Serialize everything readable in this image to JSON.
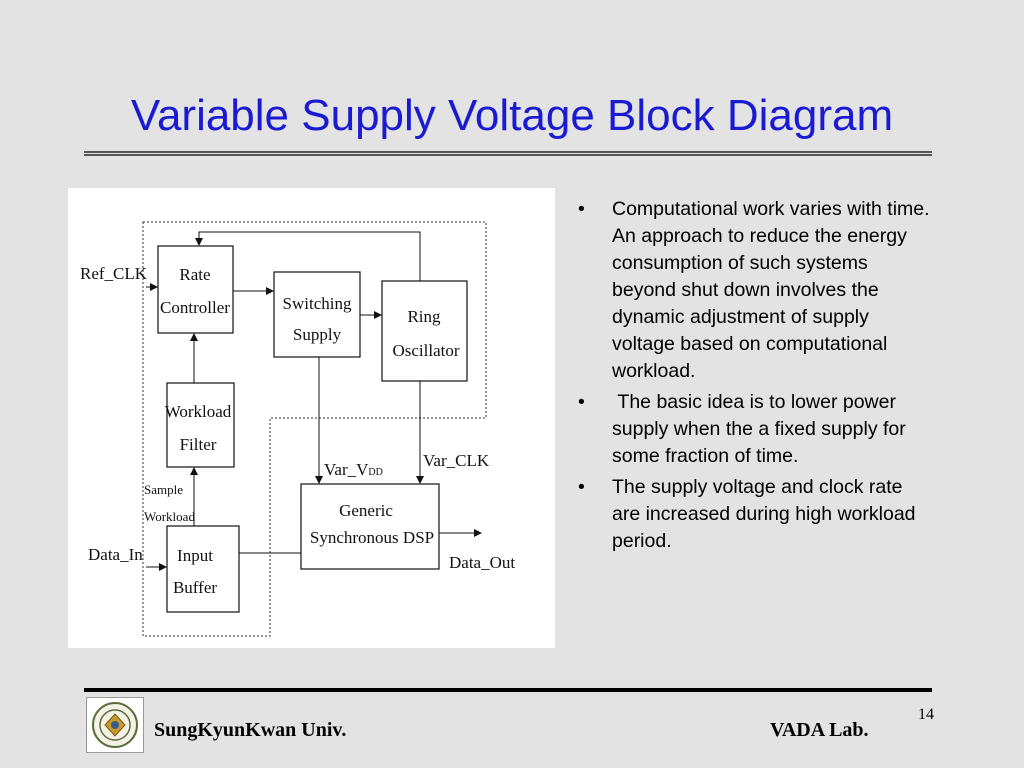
{
  "title": "Variable Supply Voltage Block Diagram",
  "diagram": {
    "blocks": {
      "rate_controller": [
        "Rate",
        "Controller"
      ],
      "switching_supply": [
        "Switching",
        "Supply"
      ],
      "ring_oscillator": [
        "Ring",
        "Oscillator"
      ],
      "workload_filter": [
        "Workload",
        "Filter"
      ],
      "generic_dsp": [
        "Generic",
        "Synchronous DSP"
      ],
      "input_buffer": [
        "Input",
        "Buffer"
      ]
    },
    "signals": {
      "ref_clk": "Ref_CLK",
      "data_in": "Data_In",
      "data_out": "Data_Out",
      "var_vdd_main": "Var_V",
      "var_vdd_sub": "DD",
      "var_clk": "Var_CLK",
      "sample": "Sample",
      "workload": "Workload"
    }
  },
  "bullets": [
    "Computational work varies with time. An approach to reduce the energy consumption of such systems beyond shut down involves the dynamic adjustment of supply voltage based on computational workload.",
    " The basic idea is to lower power supply when the a fixed supply for some fraction of time.",
    "The supply voltage and clock rate are increased during high workload period."
  ],
  "bullet_symbol": "•",
  "footer": {
    "university": "SungKyunKwan Univ.",
    "lab": "VADA Lab.",
    "page_number": "14"
  },
  "colors": {
    "title": "#1a1ad2",
    "background": "#e3e3e3"
  }
}
